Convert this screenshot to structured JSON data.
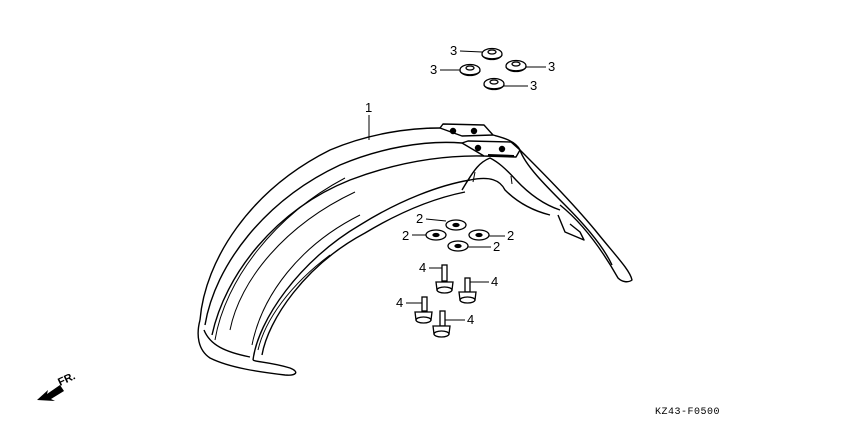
{
  "diagram": {
    "type": "exploded-parts-view",
    "subject": "front fender",
    "diagram_code": "KZ43-F0500",
    "direction_indicator": {
      "label": "FR.",
      "icon": "arrow-down-left-icon"
    },
    "parts": [
      {
        "ref": "1",
        "name": "fender",
        "count": 1
      },
      {
        "ref": "2",
        "name": "washer",
        "count": 4
      },
      {
        "ref": "3",
        "name": "grommet",
        "count": 4
      },
      {
        "ref": "4",
        "name": "bolt",
        "count": 4
      }
    ],
    "callouts": {
      "c1": "1",
      "c2a": "2",
      "c2b": "2",
      "c2c": "2",
      "c2d": "2",
      "c3a": "3",
      "c3b": "3",
      "c3c": "3",
      "c3d": "3",
      "c4a": "4",
      "c4b": "4",
      "c4c": "4",
      "c4d": "4"
    },
    "colors": {
      "line": "#000000",
      "background": "#ffffff"
    }
  }
}
